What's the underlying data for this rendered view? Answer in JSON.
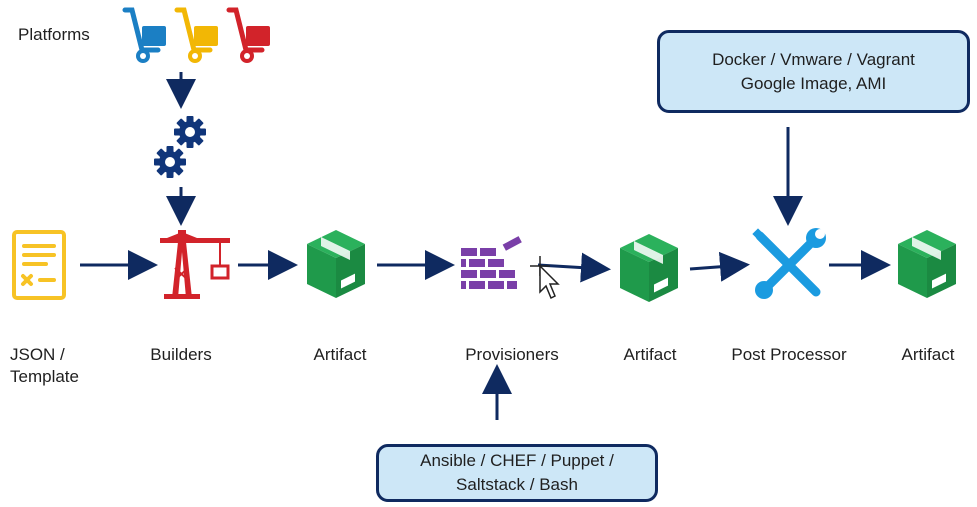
{
  "platforms_label": "Platforms",
  "nodes": {
    "json_template": [
      "JSON /",
      "Template"
    ],
    "builders": "Builders",
    "artifact_1": "Artifact",
    "provisioners": "Provisioners",
    "artifact_2": "Artifact",
    "post_processor": "Post Processor",
    "artifact_3": "Artifact"
  },
  "top_box": {
    "line1": "Docker / Vmware / Vagrant",
    "line2": "Google Image, AMI"
  },
  "bottom_box": {
    "line1": "Ansible / CHEF / Puppet /",
    "line2": "Saltstack / Bash"
  },
  "colors": {
    "arrow": "#0f2a60",
    "box_fill": "#cde7f7",
    "artifact_green": "#1f9a4b",
    "gear_blue": "#10357a",
    "crane_red": "#d2232a",
    "doc_yellow": "#f7c325",
    "wall_purple": "#7a3fa8",
    "tools_blue": "#1b9be0"
  }
}
